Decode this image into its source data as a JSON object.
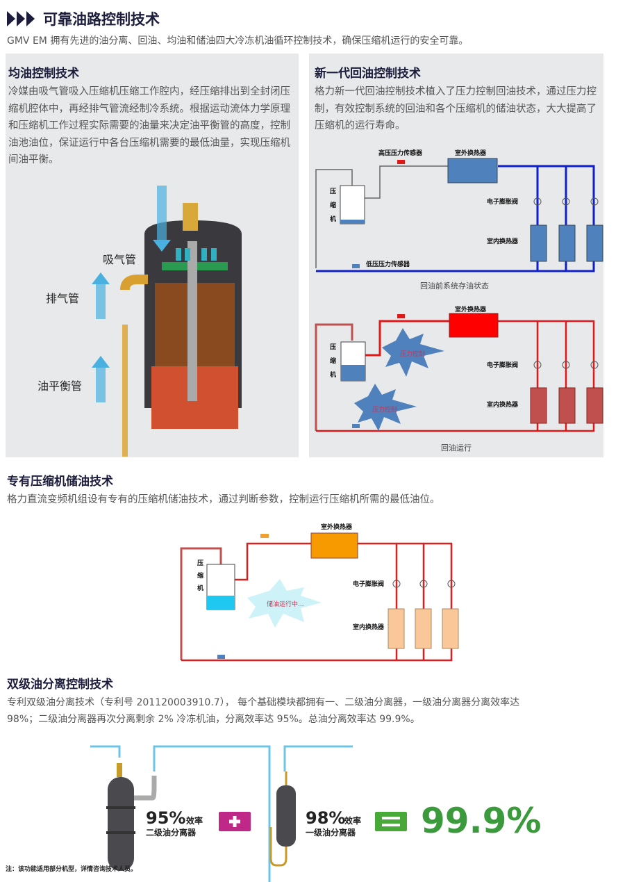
{
  "header": {
    "title": "可靠油路控制技术",
    "subtitle": "GMV EM 拥有先进的油分离、回油、均油和储油四大冷冻机油循环控制技术，确保压缩机运行的安全可靠。"
  },
  "left_panel": {
    "heading": "均油控制技术",
    "body": "冷媒由吸气管吸入压缩机压缩工作腔内，经压缩排出到全封闭压缩机腔体中，再经排气管流经制冷系统。根据运动流体力学原理和压缩机工作过程实际需要的油量来决定油平衡管的高度，控制油池油位，保证运行中各台压缩机需要的最低油量，实现压缩机间油平衡。",
    "labels": {
      "suction": "吸气管",
      "discharge": "排气管",
      "balance": "油平衡管"
    }
  },
  "right_panel": {
    "heading": "新一代回油控制技术",
    "body": "格力新一代回油控制技术植入了压力控制回油技术，通过压力控制，有效控制系统的回油和各个压缩机的储油状态，大大提高了压缩机的运行寿命。",
    "diagram1": {
      "high_sensor": "高压压力传感器",
      "outdoor": "室外换热器",
      "compressor": [
        "压",
        "缩",
        "机"
      ],
      "valve": "电子膨胀阀",
      "indoor": "室内换热器",
      "low_sensor": "低压压力传感器",
      "caption": "回油前系统存油状态"
    },
    "diagram2": {
      "outdoor": "室外换热器",
      "compressor": [
        "压",
        "缩",
        "机"
      ],
      "valve": "电子膨胀阀",
      "indoor": "室内换热器",
      "burst": "压力控制",
      "caption": "回油运行"
    }
  },
  "section3": {
    "heading": "专有压缩机储油技术",
    "body": "格力直流变频机组设有专有的压缩机储油技术，通过判断参数，控制运行压缩机所需的最低油位。",
    "diagram": {
      "outdoor": "室外换热器",
      "compressor": [
        "压",
        "缩",
        "机"
      ],
      "valve": "电子膨胀阀",
      "indoor": "室内换热器",
      "burst": "储油运行中..."
    }
  },
  "section4": {
    "heading": "双级油分离控制技术",
    "body_line1": "专利双级油分离技术（专利号 201120003910.7）， 每个基础模块都拥有一、二级油分离器，一级油分离器分离效率达",
    "body_line2": "98%；二级油分离器再次分离剩余 2% 冷冻机油，分离效率达 95%。总油分离效率达 99.9%。",
    "sep2_pct": "95%",
    "sep2_eff": "效率",
    "sep2_name": "二级油分离器",
    "sep1_pct": "98%",
    "sep1_eff": "效率",
    "sep1_name": "一级油分离器",
    "total": "99.9%",
    "note": "注：该功能适用部分机型，详情咨询技术人员。"
  },
  "colors": {
    "navy": "#1c1c3c",
    "blue_pipe": "#1020c8",
    "red_pipe": "#e01818",
    "green": "#3a9a3c",
    "magenta": "#c02888",
    "panel_bg": "#e8e9eb"
  }
}
